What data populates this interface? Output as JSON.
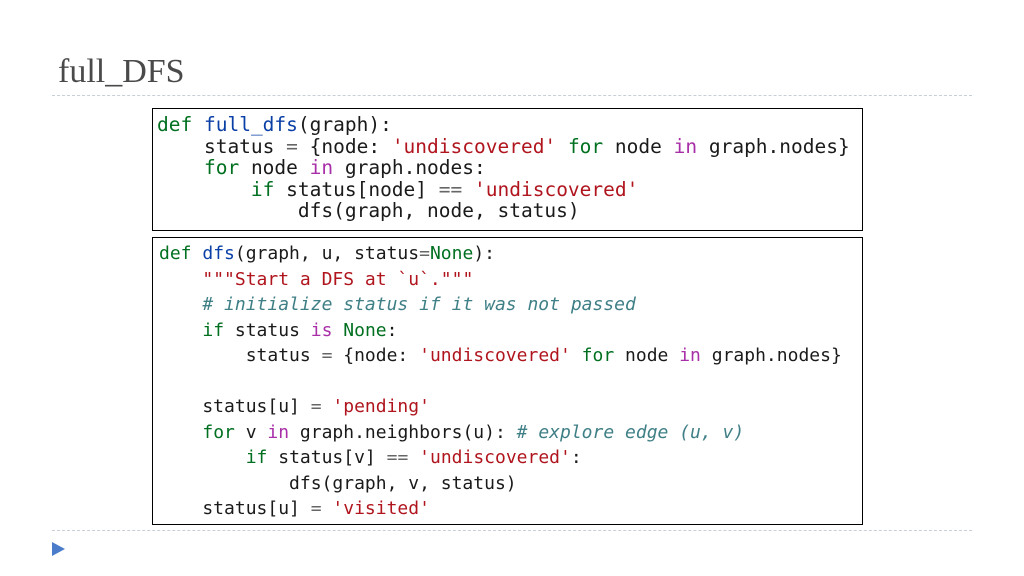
{
  "slide": {
    "title": "full_DFS"
  },
  "colors": {
    "keyword": "#007020",
    "function": "#0a3fa6",
    "string": "#b0151e",
    "comment": "#3f7f86",
    "operator_word": "#a82fa8",
    "bullet": "#4a7cc9"
  },
  "icons": {
    "bullet": "triangle-bullet-icon"
  },
  "code_full_dfs": [
    [
      [
        "kw",
        "def"
      ],
      [
        "t",
        " "
      ],
      [
        "fn",
        "full_dfs"
      ],
      [
        "t",
        "(graph):"
      ]
    ],
    [
      [
        "t",
        "    status "
      ],
      [
        "eq",
        "="
      ],
      [
        "t",
        " {node: "
      ],
      [
        "str",
        "'undiscovered'"
      ],
      [
        "t",
        " "
      ],
      [
        "kw",
        "for"
      ],
      [
        "t",
        " node "
      ],
      [
        "op",
        "in"
      ],
      [
        "t",
        " graph.nodes}"
      ]
    ],
    [
      [
        "t",
        "    "
      ],
      [
        "kw",
        "for"
      ],
      [
        "t",
        " node "
      ],
      [
        "op",
        "in"
      ],
      [
        "t",
        " graph.nodes:"
      ]
    ],
    [
      [
        "t",
        "        "
      ],
      [
        "kw",
        "if"
      ],
      [
        "t",
        " status[node] "
      ],
      [
        "eq",
        "=="
      ],
      [
        "t",
        " "
      ],
      [
        "str",
        "'undiscovered'"
      ]
    ],
    [
      [
        "t",
        "            dfs(graph, node, status)"
      ]
    ]
  ],
  "code_dfs": [
    [
      [
        "kw",
        "def"
      ],
      [
        "t",
        " "
      ],
      [
        "fn",
        "dfs"
      ],
      [
        "t",
        "(graph, u, status"
      ],
      [
        "eq",
        "="
      ],
      [
        "kw",
        "None"
      ],
      [
        "t",
        "):"
      ]
    ],
    [
      [
        "t",
        "    "
      ],
      [
        "str",
        "\"\"\"Start a DFS at `u`.\"\"\""
      ]
    ],
    [
      [
        "t",
        "    "
      ],
      [
        "com",
        "# initialize status if it was not passed"
      ]
    ],
    [
      [
        "t",
        "    "
      ],
      [
        "kw",
        "if"
      ],
      [
        "t",
        " status "
      ],
      [
        "op",
        "is"
      ],
      [
        "t",
        " "
      ],
      [
        "kw",
        "None"
      ],
      [
        "t",
        ":"
      ]
    ],
    [
      [
        "t",
        "        status "
      ],
      [
        "eq",
        "="
      ],
      [
        "t",
        " {node: "
      ],
      [
        "str",
        "'undiscovered'"
      ],
      [
        "t",
        " "
      ],
      [
        "kw",
        "for"
      ],
      [
        "t",
        " node "
      ],
      [
        "op",
        "in"
      ],
      [
        "t",
        " graph.nodes}"
      ]
    ],
    [
      [
        "t",
        ""
      ]
    ],
    [
      [
        "t",
        "    status[u] "
      ],
      [
        "eq",
        "="
      ],
      [
        "t",
        " "
      ],
      [
        "str",
        "'pending'"
      ]
    ],
    [
      [
        "t",
        "    "
      ],
      [
        "kw",
        "for"
      ],
      [
        "t",
        " v "
      ],
      [
        "op",
        "in"
      ],
      [
        "t",
        " graph.neighbors(u): "
      ],
      [
        "com",
        "# explore edge (u, v)"
      ]
    ],
    [
      [
        "t",
        "        "
      ],
      [
        "kw",
        "if"
      ],
      [
        "t",
        " status[v] "
      ],
      [
        "eq",
        "=="
      ],
      [
        "t",
        " "
      ],
      [
        "str",
        "'undiscovered'"
      ],
      [
        "t",
        ":"
      ]
    ],
    [
      [
        "t",
        "            dfs(graph, v, status)"
      ]
    ],
    [
      [
        "t",
        "    status[u] "
      ],
      [
        "eq",
        "="
      ],
      [
        "t",
        " "
      ],
      [
        "str",
        "'visited'"
      ]
    ]
  ]
}
